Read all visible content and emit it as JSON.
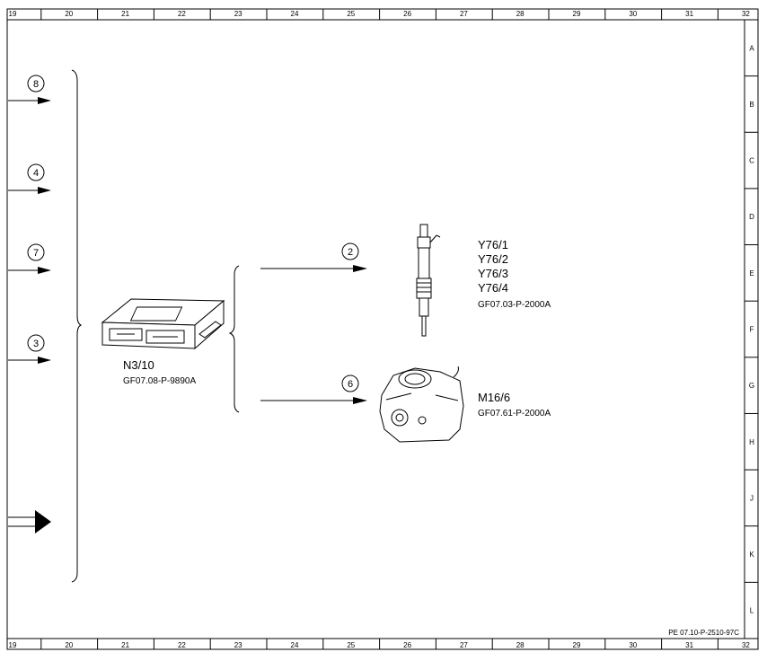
{
  "ruler": {
    "columns": [
      "19",
      "20",
      "21",
      "22",
      "23",
      "24",
      "25",
      "26",
      "27",
      "28",
      "29",
      "30",
      "31",
      "32"
    ],
    "rows": [
      "A",
      "B",
      "C",
      "D",
      "E",
      "F",
      "G",
      "H",
      "J",
      "K",
      "L"
    ]
  },
  "inputs": [
    {
      "id": "8"
    },
    {
      "id": "4"
    },
    {
      "id": "7"
    },
    {
      "id": "3"
    }
  ],
  "control_unit": {
    "code": "N3/10",
    "ref": "GF07.08-P-9890A"
  },
  "outputs": [
    {
      "id": "2",
      "codes": [
        "Y76/1",
        "Y76/2",
        "Y76/3",
        "Y76/4"
      ],
      "ref": "GF07.03-P-2000A"
    },
    {
      "id": "6",
      "codes": [
        "M16/6"
      ],
      "ref": "GF07.61-P-2000A"
    }
  ],
  "footer": {
    "doc_id": "PE 07.10-P-2510-97C"
  }
}
